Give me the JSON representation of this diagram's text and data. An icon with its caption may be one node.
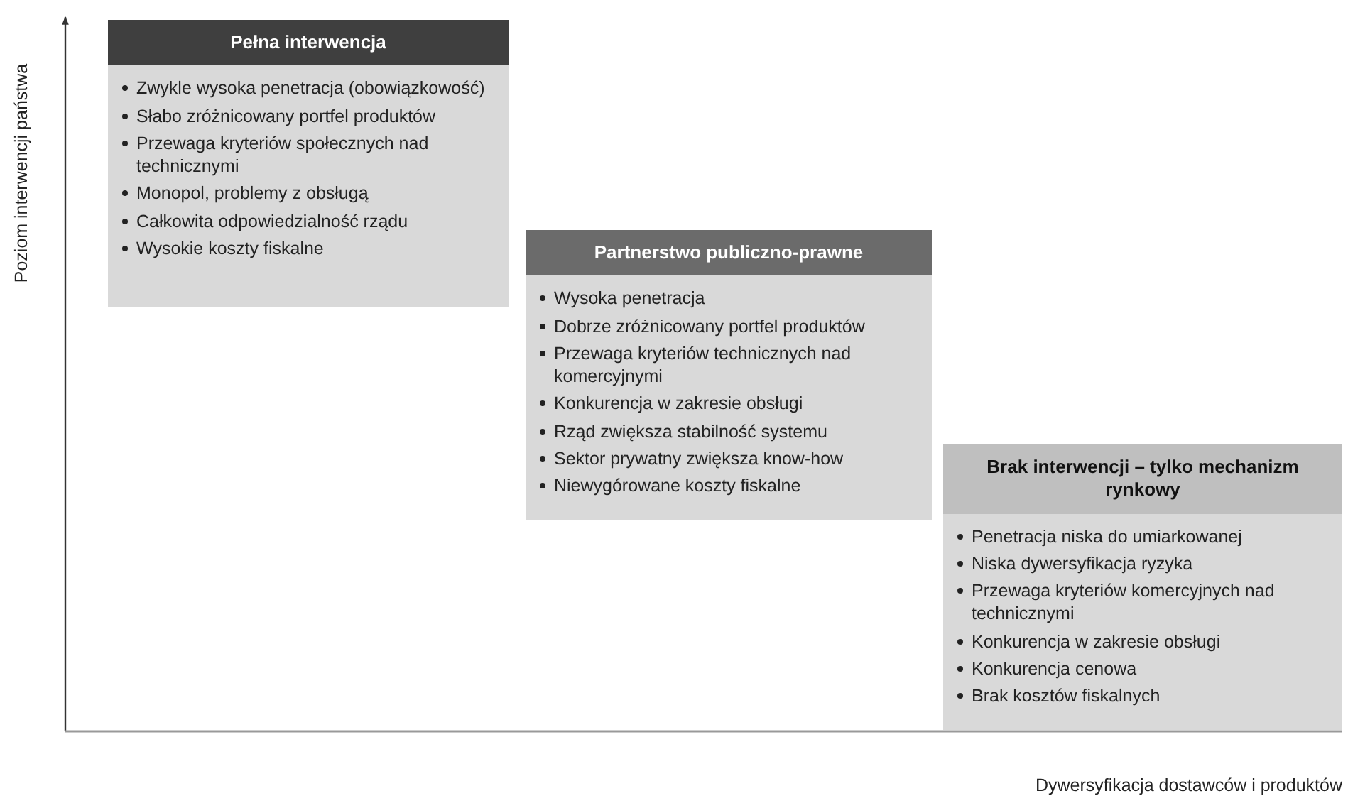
{
  "diagram": {
    "nodes": [
      {
        "text": [
          "Pełna interwencja",
          "Zwykle wysoka penetracja (obowiązkowość)",
          "Słabo zróżnicowany portfel produktów",
          "Przewaga kryteriów społecznych nad technicznymi",
          "Monopol, problemy z obsługą",
          "Całkowita odpowiedzialność rządu",
          "Wysokie koszty fiskalne"
        ]
      },
      {
        "text": [
          "Partnerstwo publiczno-prawne",
          "Wysoka penetracja",
          "Dobrze zróżnicowany portfel produktów",
          "Przewaga kryteriów technicznych nad komercyjnymi",
          "Konkurencja w zakresie obsługi",
          "Rząd zwiększa stabilność systemu",
          "Sektor prywatny zwiększa know-how",
          "Niewygórowane koszty fiskalne"
        ]
      },
      {
        "text": [
          "Brak interwencji – tylko mechanizm rynkowy",
          "Penetracja niska do umiarkowanej",
          "Niska dywersyfikacja ryzyka",
          "Przewaga kryteriów komercyjnych nad technicznymi",
          "Konkurencja w zakresie obsługi",
          "Konkurencja cenowa",
          "Brak kosztów fiskalnych"
        ]
      }
    ],
    "labels": [
      "Poziom interwencji państwa",
      "Dywersyfikacja dostawców i produktów"
    ]
  }
}
